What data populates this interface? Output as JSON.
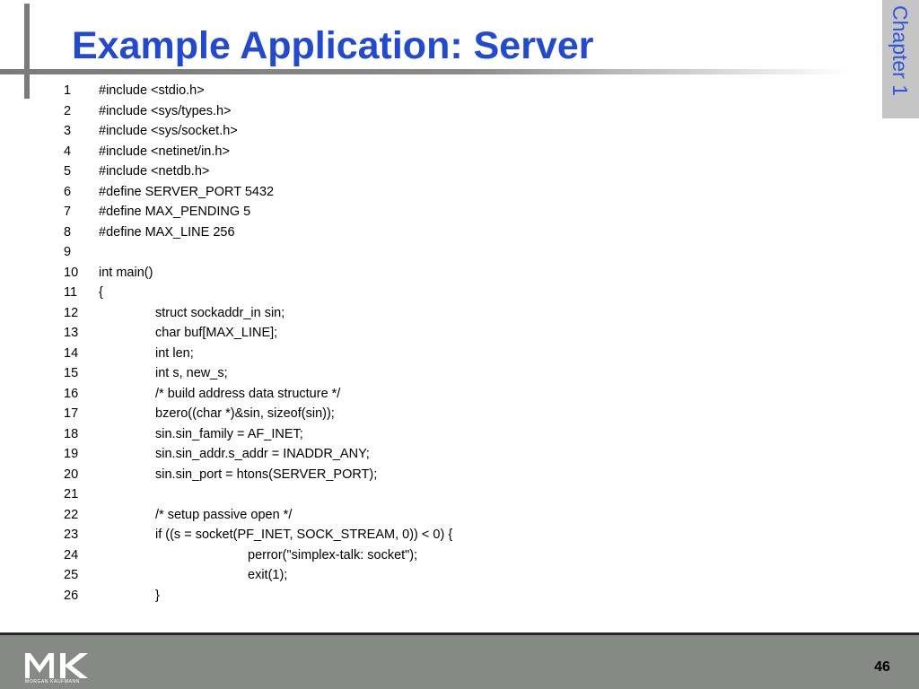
{
  "slide": {
    "title": "Example Application: Server",
    "chapter_tab": "Chapter 1",
    "page_number": "46"
  },
  "code": [
    {
      "num": "1",
      "text": "#include <stdio.h>",
      "indent": 0
    },
    {
      "num": "2",
      "text": "#include <sys/types.h>",
      "indent": 0
    },
    {
      "num": "3",
      "text": "#include <sys/socket.h>",
      "indent": 0
    },
    {
      "num": "4",
      "text": "#include <netinet/in.h>",
      "indent": 0
    },
    {
      "num": "5",
      "text": "#include <netdb.h>",
      "indent": 0
    },
    {
      "num": "6",
      "text": "#define SERVER_PORT 5432",
      "indent": 0
    },
    {
      "num": "7",
      "text": "#define MAX_PENDING 5",
      "indent": 0
    },
    {
      "num": "8",
      "text": "#define MAX_LINE 256",
      "indent": 0
    },
    {
      "num": "9",
      "text": "",
      "indent": 0
    },
    {
      "num": "10",
      "text": "int main()",
      "indent": 0
    },
    {
      "num": "11",
      "text": "{",
      "indent": 0
    },
    {
      "num": "12",
      "text": "struct sockaddr_in sin;",
      "indent": 1
    },
    {
      "num": "13",
      "text": "char buf[MAX_LINE];",
      "indent": 1
    },
    {
      "num": "14",
      "text": "int len;",
      "indent": 1
    },
    {
      "num": "15",
      "text": "int s, new_s;",
      "indent": 1
    },
    {
      "num": "16",
      "text": "/* build address data structure */",
      "indent": 1
    },
    {
      "num": "17",
      "text": "bzero((char *)&sin, sizeof(sin));",
      "indent": 1
    },
    {
      "num": "18",
      "text": "sin.sin_family = AF_INET;",
      "indent": 1
    },
    {
      "num": "19",
      "text": "sin.sin_addr.s_addr = INADDR_ANY;",
      "indent": 1
    },
    {
      "num": "20",
      "text": "sin.sin_port = htons(SERVER_PORT);",
      "indent": 1
    },
    {
      "num": "21",
      "text": "",
      "indent": 1
    },
    {
      "num": "22",
      "text": "/* setup passive open */",
      "indent": 1
    },
    {
      "num": "23",
      "text": "if ((s = socket(PF_INET, SOCK_STREAM, 0)) < 0) {",
      "indent": 1
    },
    {
      "num": "24",
      "text": "perror(\"simplex-talk: socket\");",
      "indent": 2
    },
    {
      "num": "25",
      "text": "exit(1);",
      "indent": 2
    },
    {
      "num": "26",
      "text": "}",
      "indent": 1
    }
  ],
  "footer": {
    "logo_text": "MORGAN KAUFMANN"
  },
  "colors": {
    "title": "#2249d2",
    "chapter_text": "#2f58d8",
    "chapter_tab_bg": "#c5c5c5",
    "footer_bg": "#868a84",
    "rule": "#7a7a7a"
  },
  "icons": {
    "logo": "mk-logo-icon"
  }
}
